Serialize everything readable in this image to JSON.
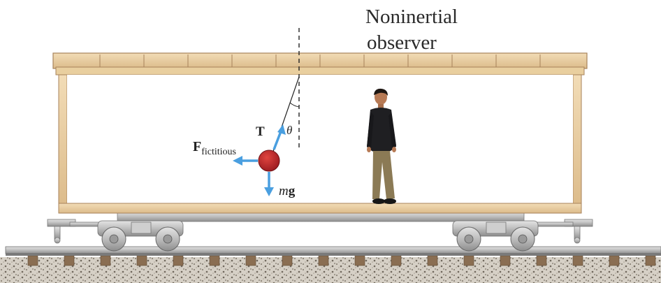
{
  "caption": {
    "line1": "Noninertial",
    "line2": "observer"
  },
  "labels": {
    "tension": "T",
    "angle": "θ",
    "fictitious_main": "F",
    "fictitious_sub": "fictitious",
    "gravity_m": "m",
    "gravity_g": "g"
  },
  "colors": {
    "car_wood": "#ecd2a8",
    "car_outline": "#b08a5a",
    "arrow": "#4a9fe0",
    "bob": "#c0272d",
    "rail": "#9a9a9a",
    "tie": "#8a6e52"
  }
}
